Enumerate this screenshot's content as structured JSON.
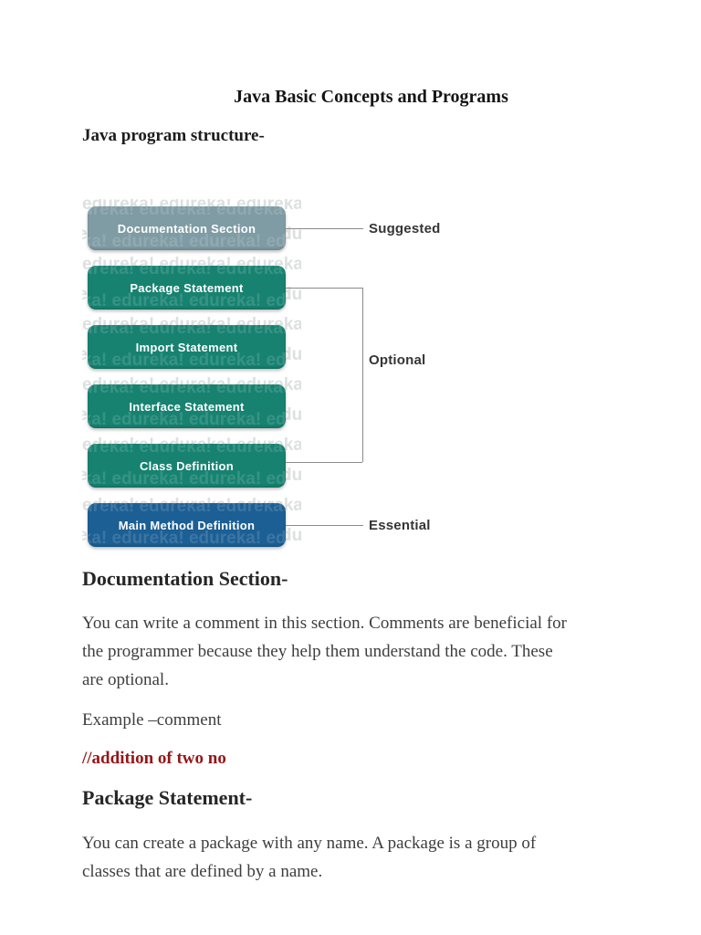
{
  "page": {
    "title": "Java Basic Concepts and Programs",
    "subtitle": "Java program structure-"
  },
  "diagram": {
    "watermark": "edureka!",
    "boxes": [
      {
        "label": "Documentation Section",
        "color": "#7f9ba4"
      },
      {
        "label": "Package Statement",
        "color": "#178270"
      },
      {
        "label": "Import Statement",
        "color": "#178270"
      },
      {
        "label": "Interface Statement",
        "color": "#178270"
      },
      {
        "label": "Class Definition",
        "color": "#178270"
      },
      {
        "label": "Main Method Definition",
        "color": "#1c5f94"
      }
    ],
    "labels": {
      "suggested": "Suggested",
      "optional": "Optional",
      "essential": "Essential"
    },
    "line_color": "#8b8b8b"
  },
  "doc_section": {
    "heading": "Documentation Section-",
    "body_lines": [
      "You can write a comment in this section. Comments are beneficial for",
      "the programmer because they help them understand the code. These",
      "are optional."
    ],
    "example_label": "Example –comment",
    "code_comment": "//addition of two no"
  },
  "pkg_section": {
    "heading": "Package Statement-",
    "body_lines": [
      "You can create a package with any name. A package is a group of",
      "classes that are defined by a name."
    ]
  },
  "colors": {
    "code_comment_red": "#951618",
    "body_text": "#3e3e3e",
    "heading_text": "#262626",
    "connector_gray": "#8b8b8b"
  }
}
